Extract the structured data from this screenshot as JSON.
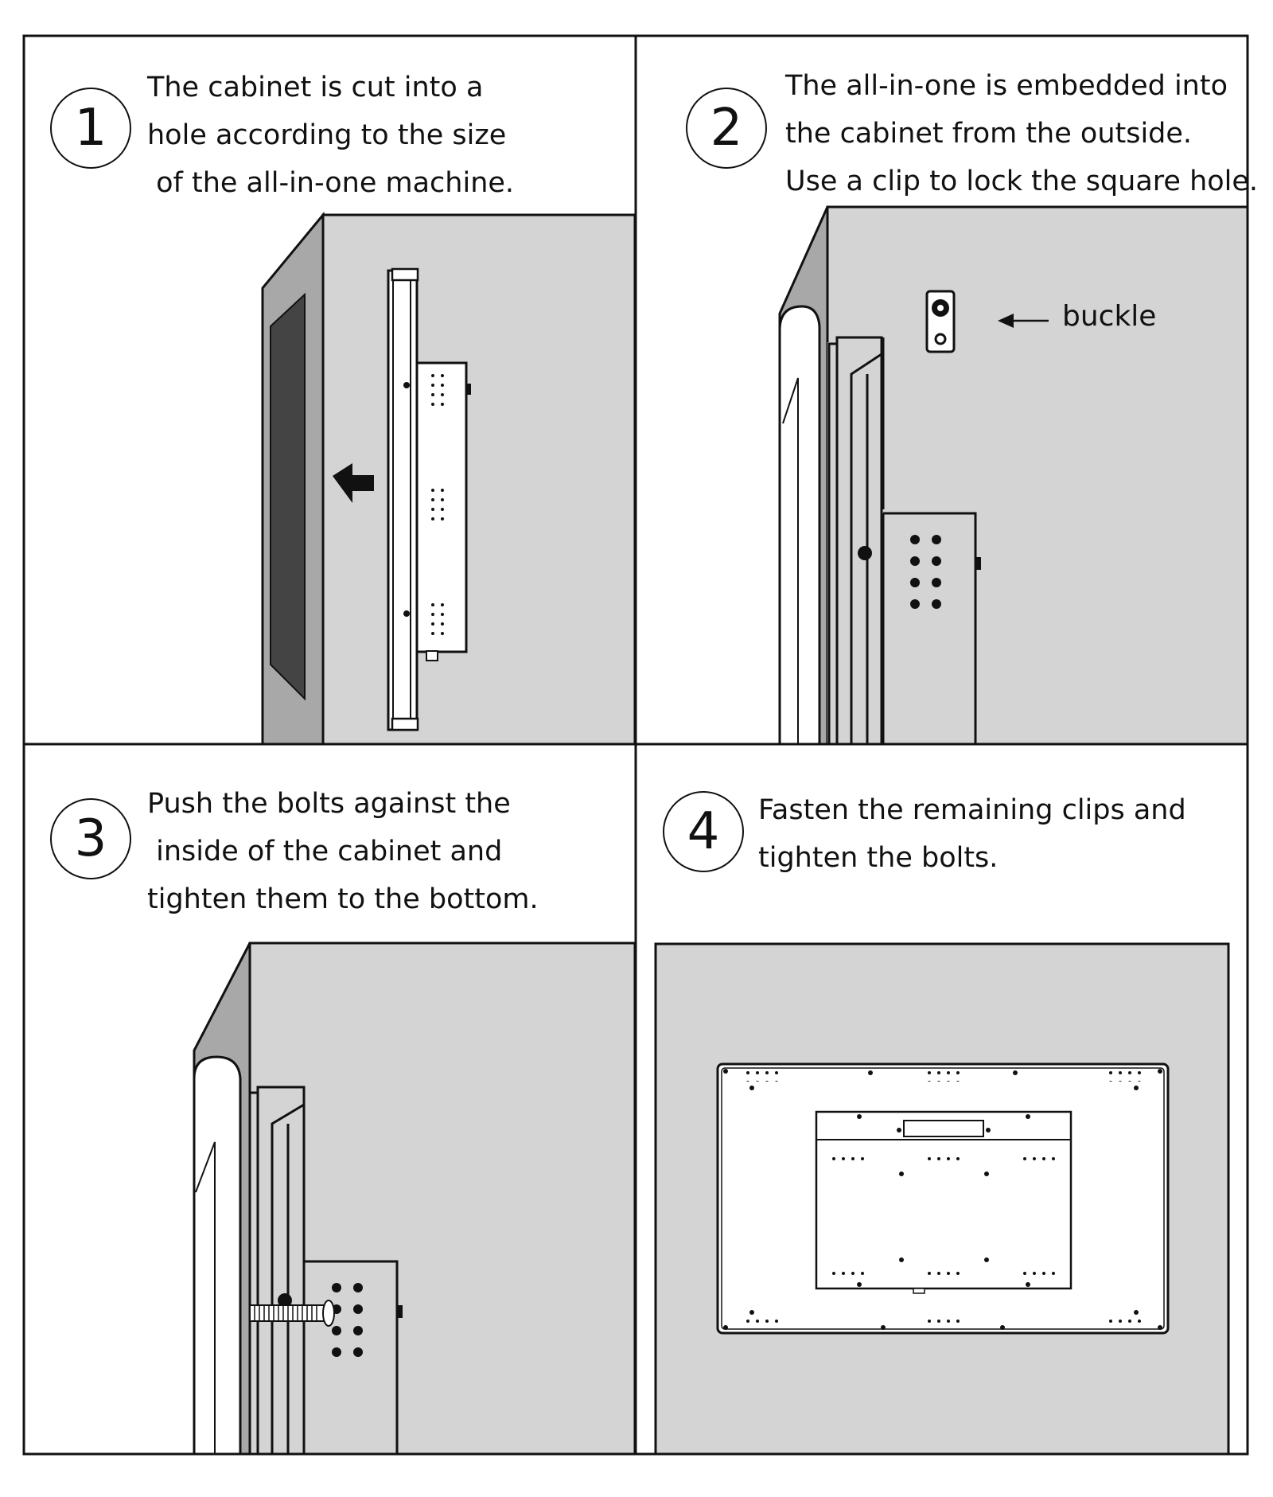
{
  "steps": [
    {
      "number": "1",
      "lines": [
        "The cabinet is cut into a",
        "hole according to the size",
        " of the all-in-one machine."
      ]
    },
    {
      "number": "2",
      "lines": [
        "The all-in-one is embedded into",
        "the cabinet from the outside.",
        "Use a clip to lock the square hole."
      ]
    },
    {
      "number": "3",
      "lines": [
        "Push the bolts against the",
        " inside of the cabinet and",
        "tighten them to the bottom."
      ]
    },
    {
      "number": "4",
      "lines": [
        "Fasten the remaining clips and",
        "tighten the bolts."
      ]
    }
  ],
  "callouts": {
    "buckle": "buckle"
  },
  "colors": {
    "panel_gray": "#d4d4d4",
    "side_gray": "#a8a8a8",
    "hole_dark": "#444444",
    "line": "#111111"
  }
}
